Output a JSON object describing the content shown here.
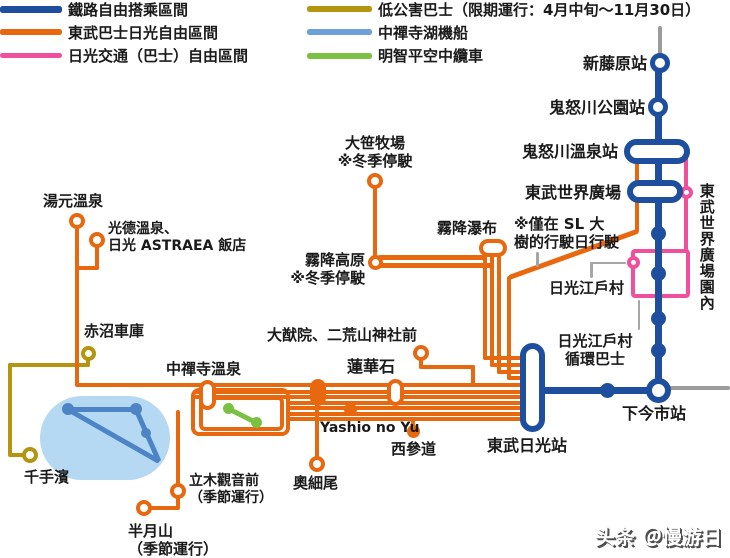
{
  "legend": {
    "items": [
      {
        "id": "rail",
        "label": "鐵路自由搭乘區間",
        "color": "#1d4f9e"
      },
      {
        "id": "tobu-bus",
        "label": "東武巴士日光自由區間",
        "color": "#e8680f"
      },
      {
        "id": "nikko-kotsu",
        "label": "日光交通（巴士）自由區間",
        "color": "#f0509b"
      },
      {
        "id": "low-emission",
        "label": "低公害巴士（限期運行：4月中旬～11月30日）",
        "color": "#b5940e"
      },
      {
        "id": "chuzenji-boat",
        "label": "中禪寺湖機船",
        "color": "#6d9fd8"
      },
      {
        "id": "ropeway",
        "label": "明智平空中纜車",
        "color": "#7ac143"
      }
    ]
  },
  "stations": {
    "shin_fujiwara": "新藤原站",
    "kinugawa_koen": "鬼怒川公園站",
    "kinugawa_onsen": "鬼怒川溫泉站",
    "tobu_world_square": "東武世界廣場",
    "tobu_ws_park_inner": "東武世界廣場園內",
    "edomura": "日光江戶村",
    "edomura_loop_line1": "日光江戶村",
    "edomura_loop_line2": "循環巴士",
    "shimo_imaichi": "下今市站",
    "tobu_nikko": "東武日光站",
    "nishisando": "西參道",
    "yashio_no_yu": "Yashio no Yu",
    "rengeseki": "蓮華石",
    "taiyuin": "大猷院、二荒山神社前",
    "okuhosoo": "奧細尾",
    "kirifuri_falls": "霧降瀑布",
    "kirifuri_kogen": "霧降高原",
    "ozasa_bokujo": "大笹牧場",
    "yumoto_onsen": "湯元溫泉",
    "kotoku_line1": "光德溫泉、",
    "kotoku_line2": "日光 ASTRAEA 飯店",
    "akanuma": "赤沼車庫",
    "senjugahama": "千手濱",
    "chuzenji_onsen": "中禪寺溫泉",
    "tachiki_kannon": "立木觀音前",
    "hangetsuzan": "半月山"
  },
  "notes": {
    "sl_line1": "※僅在 SL 大",
    "sl_line2": "樹的行駛日行駛",
    "winter": "※冬季停駛",
    "seasonal": "（季節運行）"
  },
  "watermark": "头条 ＠慢游日",
  "colors": {
    "rail": "#1d4f9e",
    "bus": "#e8680f",
    "pink": "#f0509b",
    "olive": "#b5940e",
    "boat": "#4d84c6",
    "boatlegend": "#6d9fd8",
    "ropeway": "#7ac143",
    "lake": "#b5d8f3",
    "gray": "#9b9b9b",
    "conn": "#a6a6a6",
    "text": "#1a1a1a"
  }
}
